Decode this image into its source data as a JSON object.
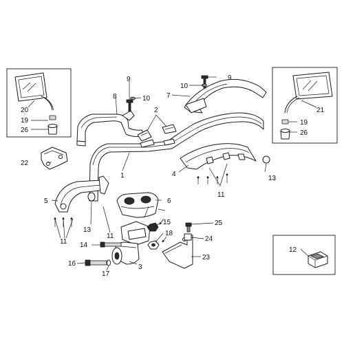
{
  "callouts": {
    "c1": "1",
    "c2": "2",
    "c3": "3",
    "c4": "4",
    "c5": "5",
    "c6": "6",
    "c7": "7",
    "c8": "8",
    "c9a": "9",
    "c9b": "9",
    "c10a": "10",
    "c10b": "10",
    "c11a": "11",
    "c11b": "11",
    "c11c": "11",
    "c12": "12",
    "c13a": "13",
    "c13b": "13",
    "c14": "14",
    "c15": "15",
    "c16": "16",
    "c17": "17",
    "c18": "18",
    "c19a": "19",
    "c19b": "19",
    "c20": "20",
    "c21": "21",
    "c22": "22",
    "c23": "23",
    "c24": "24",
    "c25": "25",
    "c26a": "26",
    "c26b": "26"
  }
}
